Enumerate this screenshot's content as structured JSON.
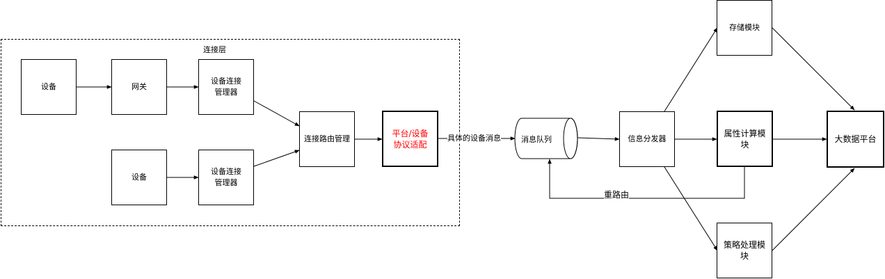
{
  "group": {
    "label": "连接层"
  },
  "nodes": {
    "device_top": "设备",
    "gateway": "网关",
    "conn_mgr_top": "设备连接管理器",
    "device_bottom": "设备",
    "conn_mgr_bottom": "设备连接管理器",
    "routing": "连接路由管理",
    "adapter": "平台/设备协议适配",
    "queue": "消息队列",
    "dispatcher": "信息分发器",
    "storage": "存储模块",
    "compute": "属性计算模块",
    "policy": "策略处理模块",
    "bigdata": "大数据平台"
  },
  "edge_labels": {
    "specific_message": "具体的设备消息",
    "reroute": "重路由"
  },
  "colors": {
    "stroke": "#000000",
    "highlight_text": "#ff0000"
  }
}
